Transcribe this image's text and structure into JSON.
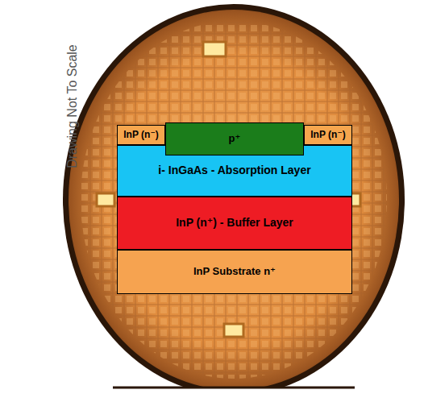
{
  "diagram": {
    "nodes": [
      {
        "text": [
          "InP (n⁻)"
        ]
      },
      {
        "text": [
          "p⁺"
        ]
      },
      {
        "text": [
          "InP (n⁻)"
        ]
      },
      {
        "text": [
          "i- InGaAs - Absorption Layer"
        ]
      },
      {
        "text": [
          "InP (n⁺) - Buffer Layer"
        ]
      },
      {
        "text": [
          "InP Substrate n⁺"
        ]
      }
    ],
    "labels": [
      "Drawing Not To Scale"
    ]
  }
}
